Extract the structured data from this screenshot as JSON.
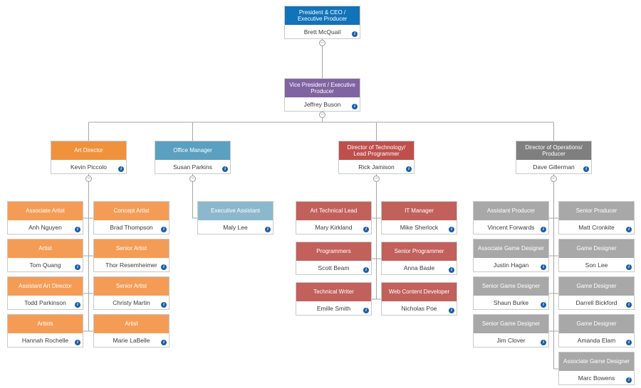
{
  "palette": {
    "president_blue": "#1173b9",
    "vp_purple": "#8064a2",
    "art_orange_head": "#f0923c",
    "art_orange": "#f49c55",
    "office_teal": "#5ba0c0",
    "assistant_lightblue": "#8cb8ce",
    "tech_red_head": "#bf4f4b",
    "tech_red": "#c2605c",
    "ops_gray_head": "#7f7f7f",
    "ops_gray": "#a8a8a8",
    "connector_gray": "#a6a6a6",
    "info_blue": "#1c5ea9"
  },
  "glyphs": {
    "collapse": "−",
    "info": "i"
  },
  "root": {
    "title": "President & CEO / Executive Producer",
    "name": "Brett McQuail"
  },
  "vp": {
    "title": "Vice President / Executive Producer",
    "name": "Jeffrey Buson"
  },
  "teams": {
    "art": {
      "head": {
        "title": "Art Director",
        "name": "Kevin Piccolo"
      },
      "left": [
        {
          "title": "Associate Artist",
          "name": "Anh Nguyen"
        },
        {
          "title": "Artist",
          "name": "Tom Quang"
        },
        {
          "title": "Assistant Art Director",
          "name": "Todd Parkinson"
        },
        {
          "title": "Artists",
          "name": "Hannah Rochelle"
        }
      ],
      "right": [
        {
          "title": "Concept Artist",
          "name": "Brad Thompson"
        },
        {
          "title": "Senior Artist",
          "name": "Thor Resemheimer"
        },
        {
          "title": "Senior Artist",
          "name": "Christy Martin"
        },
        {
          "title": "Artist",
          "name": "Marie LaBelle"
        }
      ]
    },
    "office": {
      "head": {
        "title": "Office Manager",
        "name": "Susan Parkins"
      },
      "right": [
        {
          "title": "Executive Assistant",
          "name": "Maly Lee"
        }
      ]
    },
    "tech": {
      "head": {
        "title": "Director of Technology/ Lead Programmer",
        "name": "Rick Jamison"
      },
      "left": [
        {
          "title": "Art Technical Lead",
          "name": "Mary Kirkland"
        },
        {
          "title": "Programmers",
          "name": "Scott Beam"
        },
        {
          "title": "Technical Writer",
          "name": "Emille Smith"
        }
      ],
      "right": [
        {
          "title": "IT Manager",
          "name": "Mike Sherlock"
        },
        {
          "title": "Senior Programmer",
          "name": "Anna Basle"
        },
        {
          "title": "Web Content Developer",
          "name": "Nicholas Poe"
        }
      ]
    },
    "ops": {
      "head": {
        "title": "Director of Operations/ Producer",
        "name": "Dave Gillerman"
      },
      "left": [
        {
          "title": "Assistant Producer",
          "name": "Vincent Forwards"
        },
        {
          "title": "Associate Game Designer",
          "name": "Justin Hagan"
        },
        {
          "title": "Senior Game Designer",
          "name": "Shaun Burke"
        },
        {
          "title": "Senior Game Designer",
          "name": "Jim Clover"
        }
      ],
      "right": [
        {
          "title": "Senior Producer",
          "name": "Matt Cronkite"
        },
        {
          "title": "Game Designer",
          "name": "Son Lee"
        },
        {
          "title": "Game Designer",
          "name": "Darrell Bickford"
        },
        {
          "title": "Game Designer",
          "name": "Amanda Elam"
        },
        {
          "title": "Associate Game Designer",
          "name": "Marc Bowens"
        }
      ]
    }
  }
}
